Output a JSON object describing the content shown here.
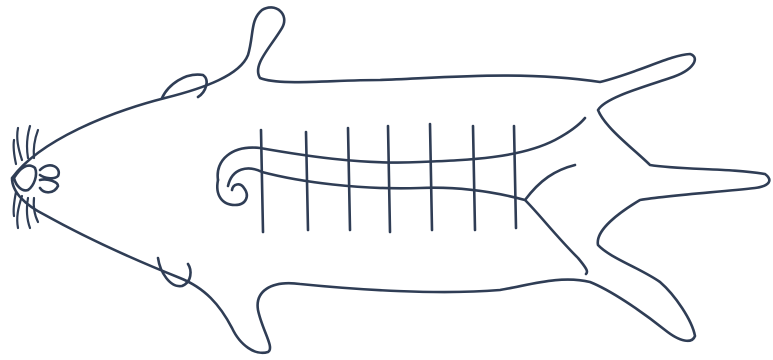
{
  "figure": {
    "subject": "rat",
    "view": "dorsal",
    "line_color": "#2f3d55",
    "background": "#ffffff",
    "grid_lines_count": 7
  }
}
